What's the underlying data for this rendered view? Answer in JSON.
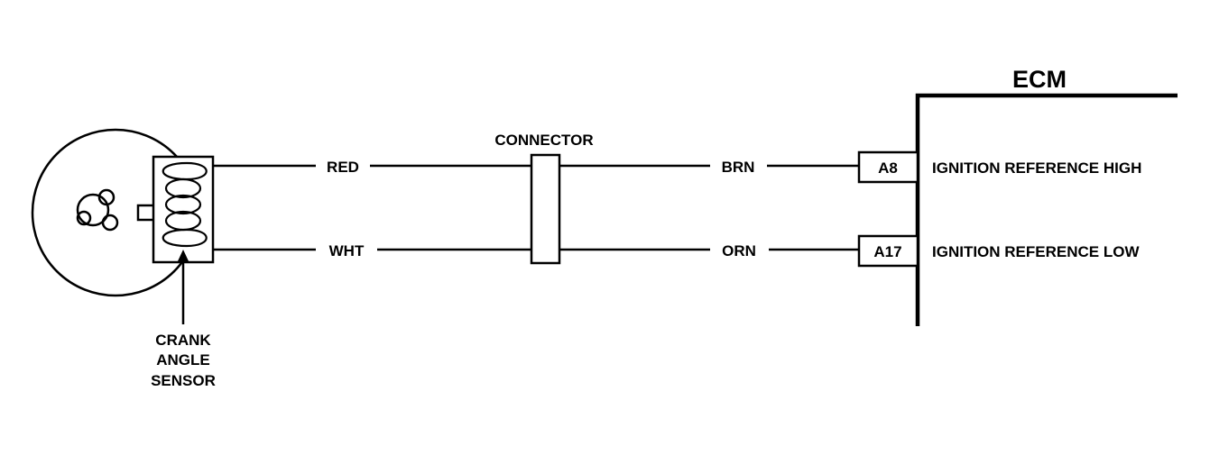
{
  "ecm": {
    "title": "ECM",
    "pins": [
      {
        "pin": "A8",
        "label": "IGNITION REFERENCE HIGH"
      },
      {
        "pin": "A17",
        "label": "IGNITION REFERENCE LOW"
      }
    ]
  },
  "connector": {
    "label": "CONNECTOR"
  },
  "sensor": {
    "label_lines": [
      "CRANK",
      "ANGLE",
      "SENSOR"
    ]
  },
  "wires": {
    "high": {
      "left_color": "RED",
      "right_color": "BRN"
    },
    "low": {
      "left_color": "WHT",
      "right_color": "ORN"
    }
  },
  "colors": {
    "ink": "#000000",
    "background": "#ffffff"
  }
}
